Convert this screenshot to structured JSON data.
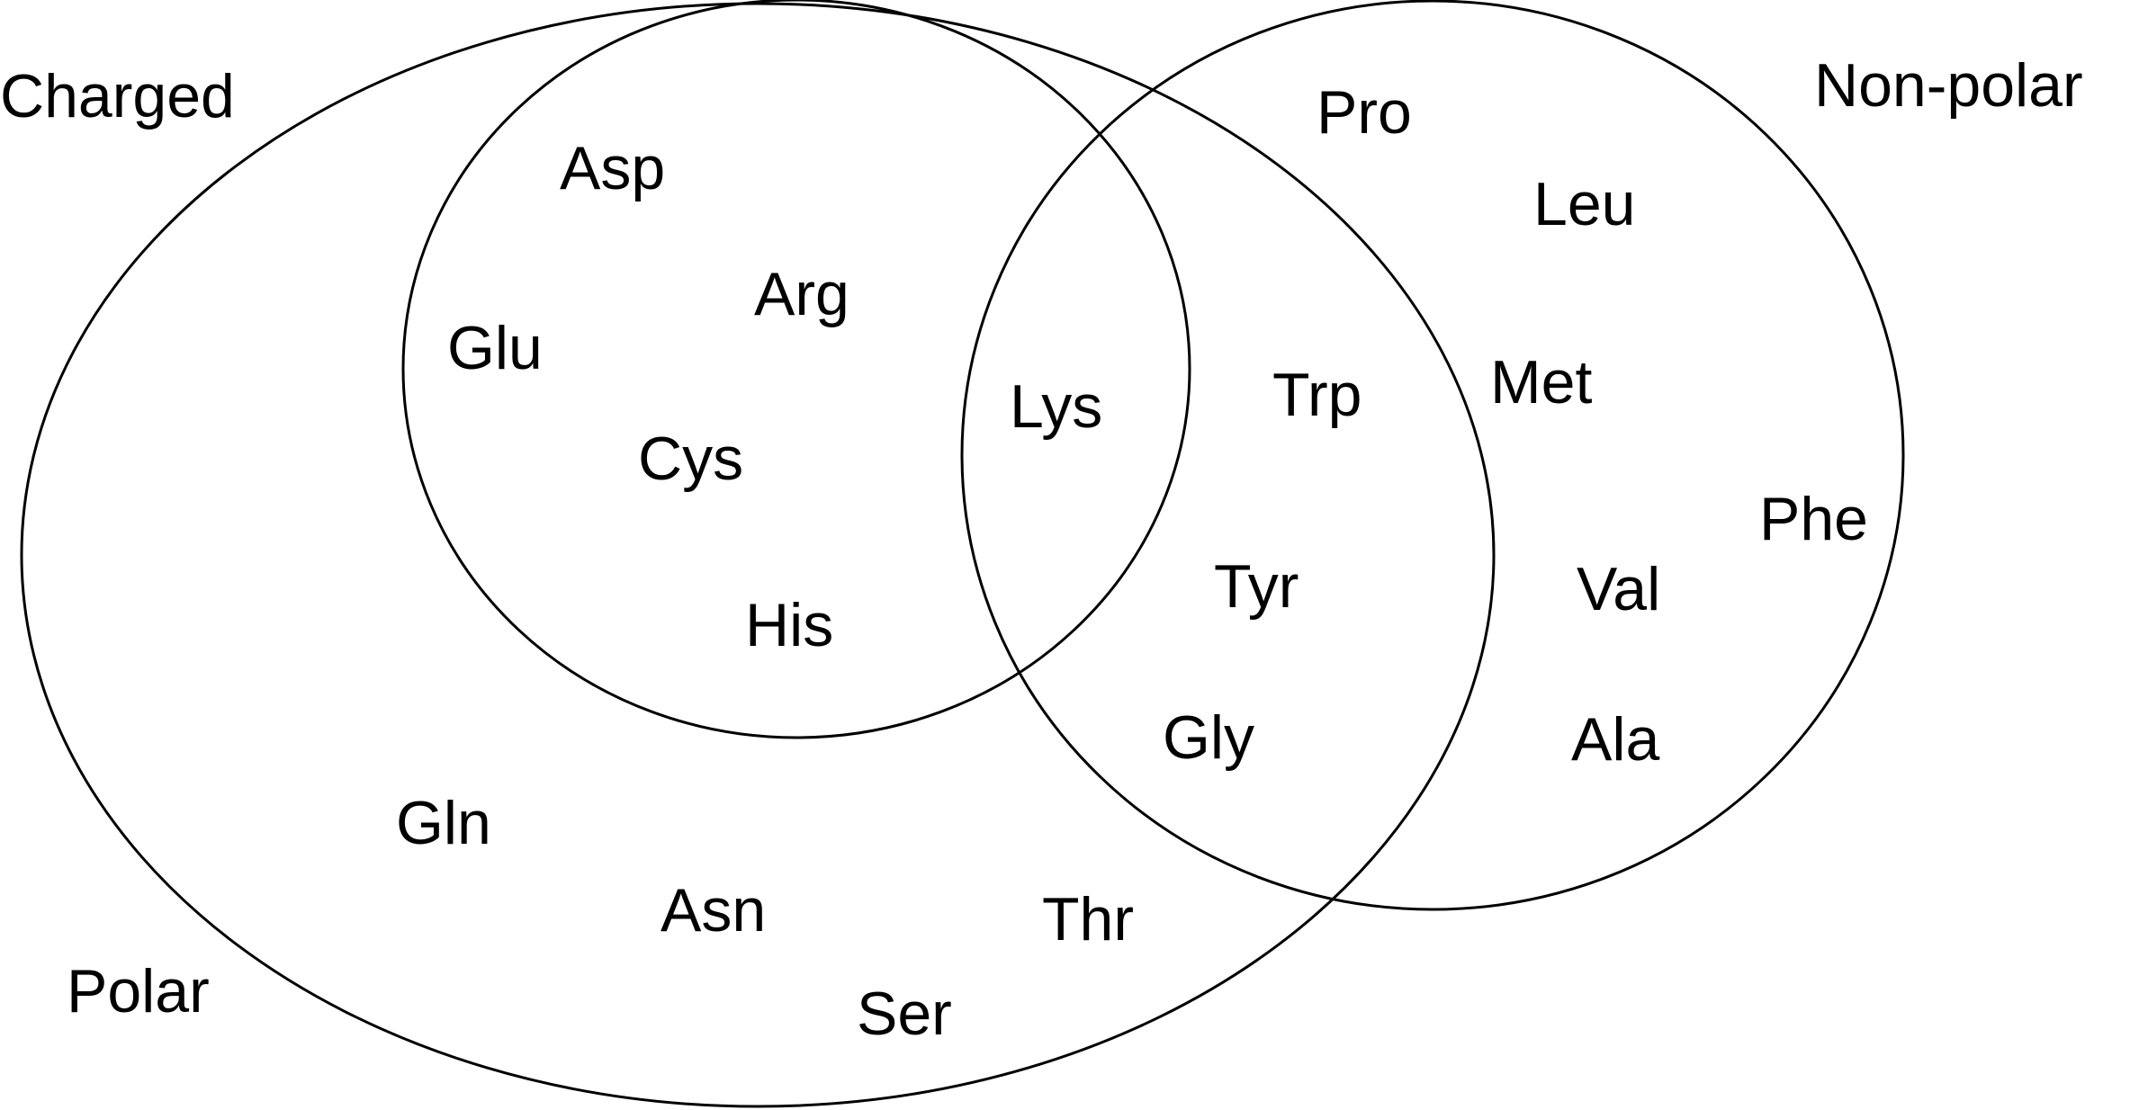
{
  "sets": {
    "charged": {
      "label": "Charged"
    },
    "non_polar": {
      "label": "Non-polar"
    },
    "polar": {
      "label": "Polar"
    }
  },
  "members": {
    "charged_polar": [
      "Asp",
      "Arg",
      "Glu",
      "Cys",
      "His"
    ],
    "charged_polar_nonpolar": [
      "Lys"
    ],
    "polar_nonpolar": [
      "Trp",
      "Tyr",
      "Gly"
    ],
    "non_polar_only": [
      "Pro",
      "Leu",
      "Met",
      "Phe",
      "Val",
      "Ala"
    ],
    "polar_only": [
      "Gln",
      "Asn",
      "Thr",
      "Ser"
    ]
  },
  "colors": {
    "stroke": "#000000",
    "text": "#000000",
    "background": "#ffffff"
  }
}
